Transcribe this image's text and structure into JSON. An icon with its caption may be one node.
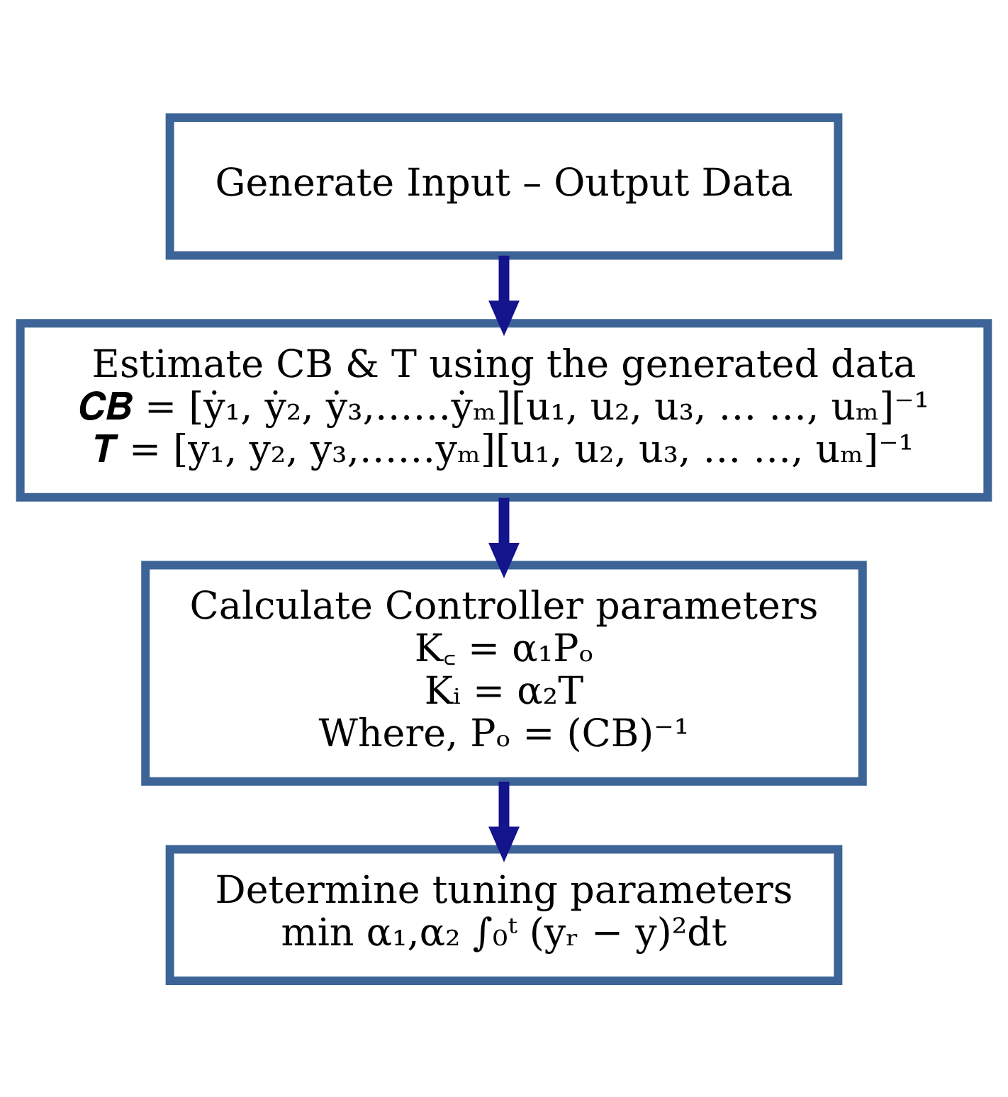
{
  "diagram": {
    "nodes": [
      {
        "text": [
          "Generate Input – Output Data"
        ]
      },
      {
        "text": [
          "Estimate CB & T using the generated data",
          "𝑪𝑩 = [ẏ₁, ẏ₂, ẏ₃,……ẏₘ][u₁, u₂, u₃, … …, uₘ]⁻¹",
          "𝑻 = [y₁, y₂, y₃,……yₘ][u₁, u₂, u₃, … …, uₘ]⁻¹"
        ]
      },
      {
        "text": [
          "Calculate Controller parameters",
          "K꜀ = α₁Pₒ",
          "Kᵢ = α₂T",
          "Where, Pₒ = (CB)⁻¹"
        ]
      },
      {
        "text": [
          "Determine tuning parameters",
          "min α₁,α₂ ∫₀ᵗ (yᵣ − y)²dt"
        ]
      }
    ],
    "edges": [
      {
        "from": 0,
        "to": 1,
        "arrow": "to"
      },
      {
        "from": 1,
        "to": 2,
        "arrow": "to"
      },
      {
        "from": 2,
        "to": 3,
        "arrow": "to"
      }
    ]
  }
}
